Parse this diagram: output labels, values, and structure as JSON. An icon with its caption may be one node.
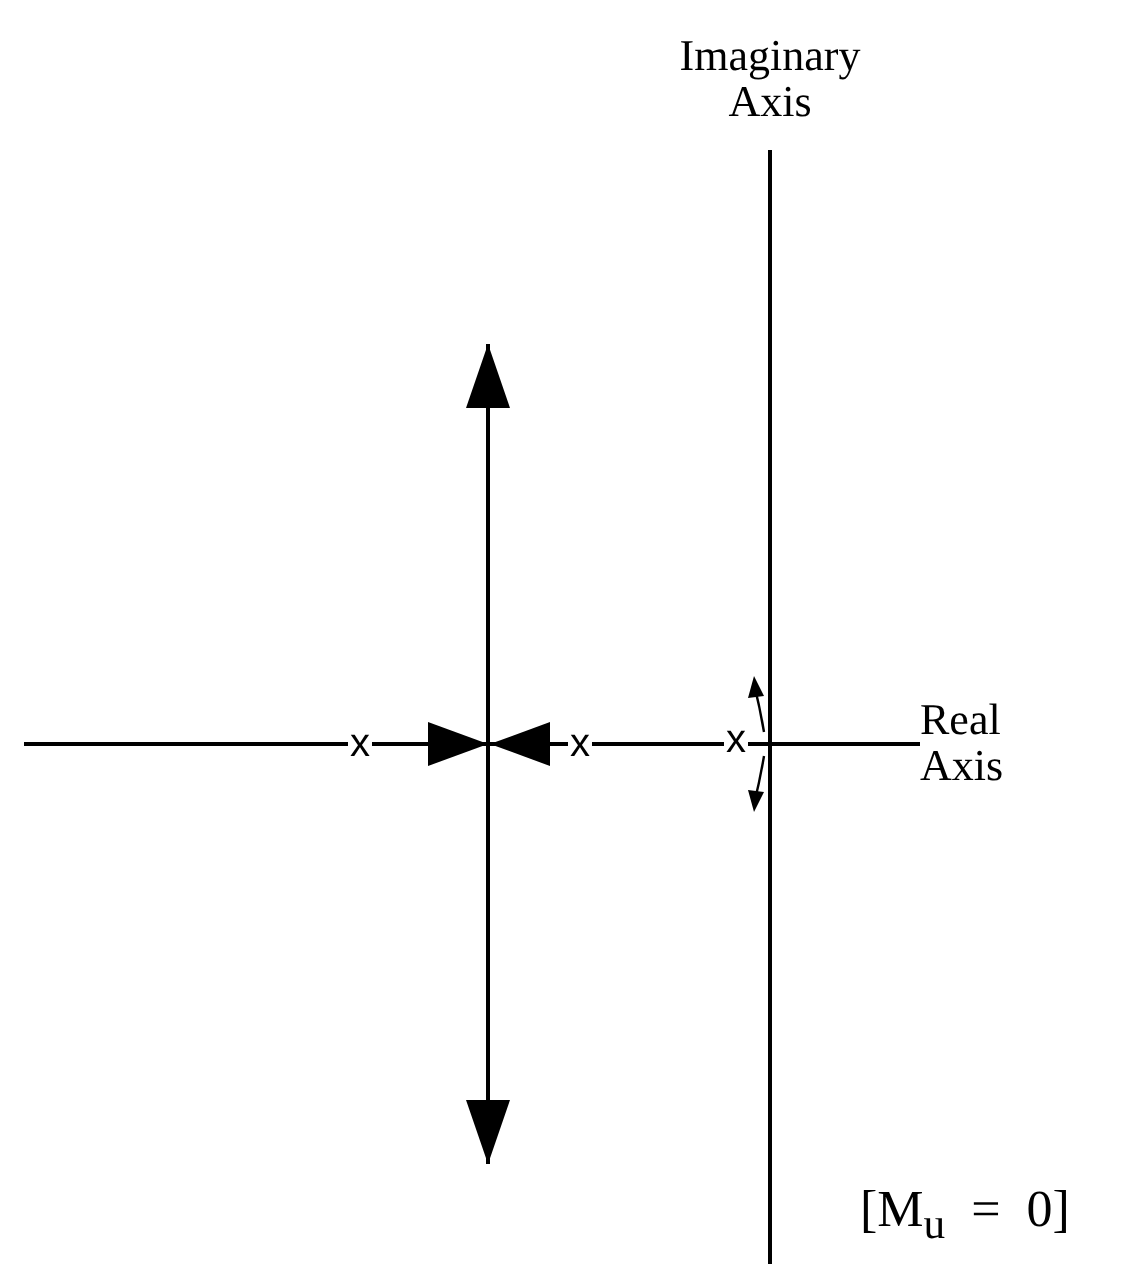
{
  "diagram": {
    "labels": [
      "Imaginary Axis",
      "Real Axis",
      "x",
      "x",
      "x",
      "[M$_{u}$  =  0]"
    ]
  }
}
